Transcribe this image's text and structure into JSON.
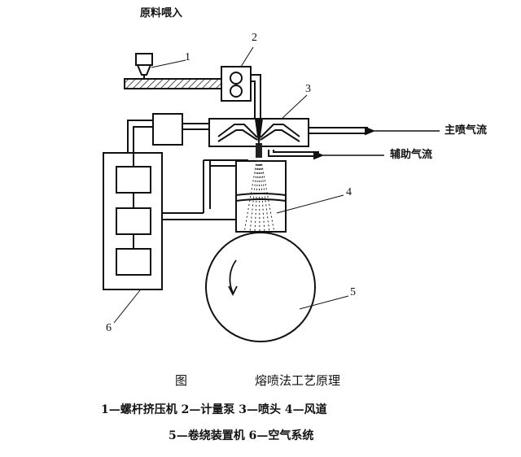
{
  "labels": {
    "feed": "原料喂入",
    "main_air": "主喷气流",
    "aux_air": "辅助气流"
  },
  "numbers": {
    "n1": "1",
    "n2": "2",
    "n3": "3",
    "n4": "4",
    "n5": "5",
    "n6": "6"
  },
  "caption": {
    "fig": "图",
    "title": "熔喷法工艺原理"
  },
  "legend": {
    "line1": "1—螺杆挤压机  2—计量泵  3—喷头  4—风道",
    "line2": "5—卷绕装置机  6—空气系统"
  }
}
